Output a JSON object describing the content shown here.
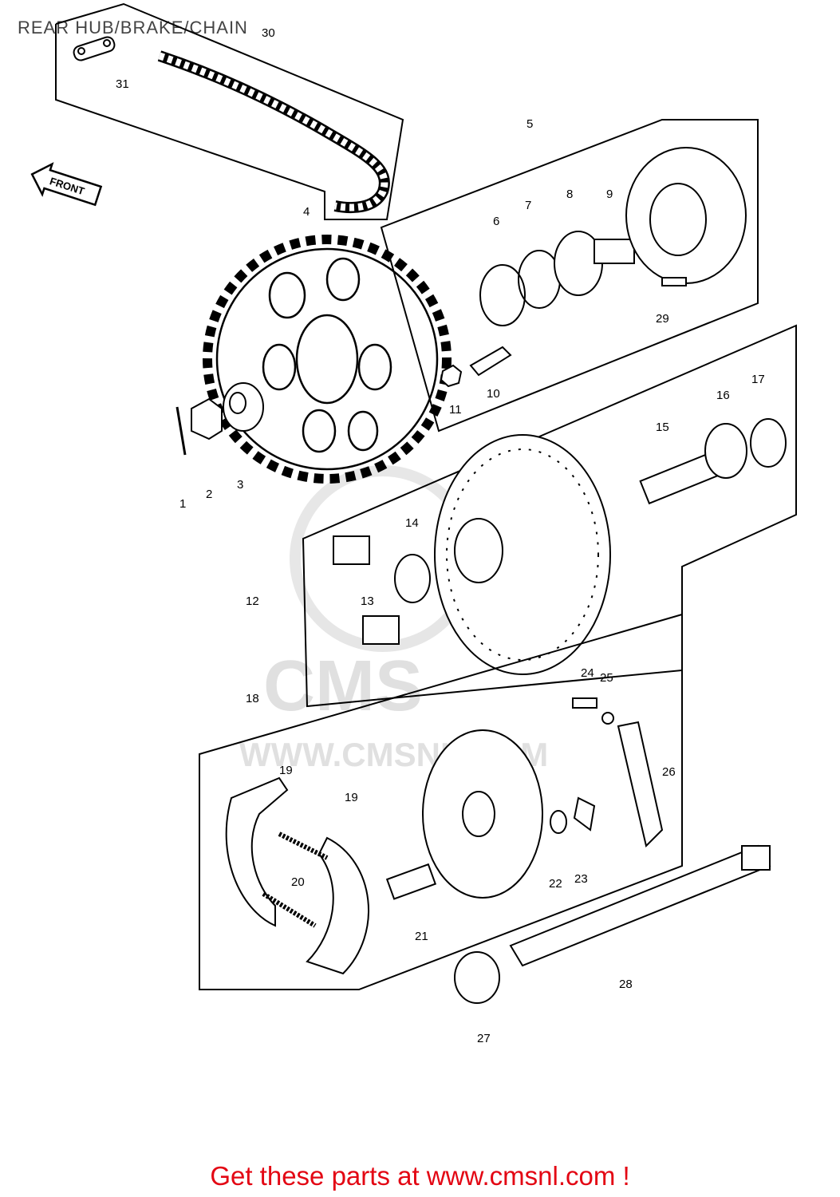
{
  "title": "REAR HUB/BRAKE/CHAIN",
  "front_label": "FRONT",
  "watermark": {
    "brand": "CMS",
    "url": "WWW.CMSNL.COM"
  },
  "callouts": [
    "1",
    "2",
    "3",
    "4",
    "5",
    "6",
    "7",
    "8",
    "9",
    "10",
    "11",
    "12",
    "13",
    "14",
    "15",
    "16",
    "17",
    "18",
    "19",
    "19",
    "20",
    "21",
    "22",
    "23",
    "24",
    "25",
    "26",
    "27",
    "28",
    "29",
    "30",
    "31"
  ],
  "footer": "Get these parts at www.cmsnl.com !",
  "colors": {
    "footer": "#e30613",
    "ink": "#000000"
  }
}
